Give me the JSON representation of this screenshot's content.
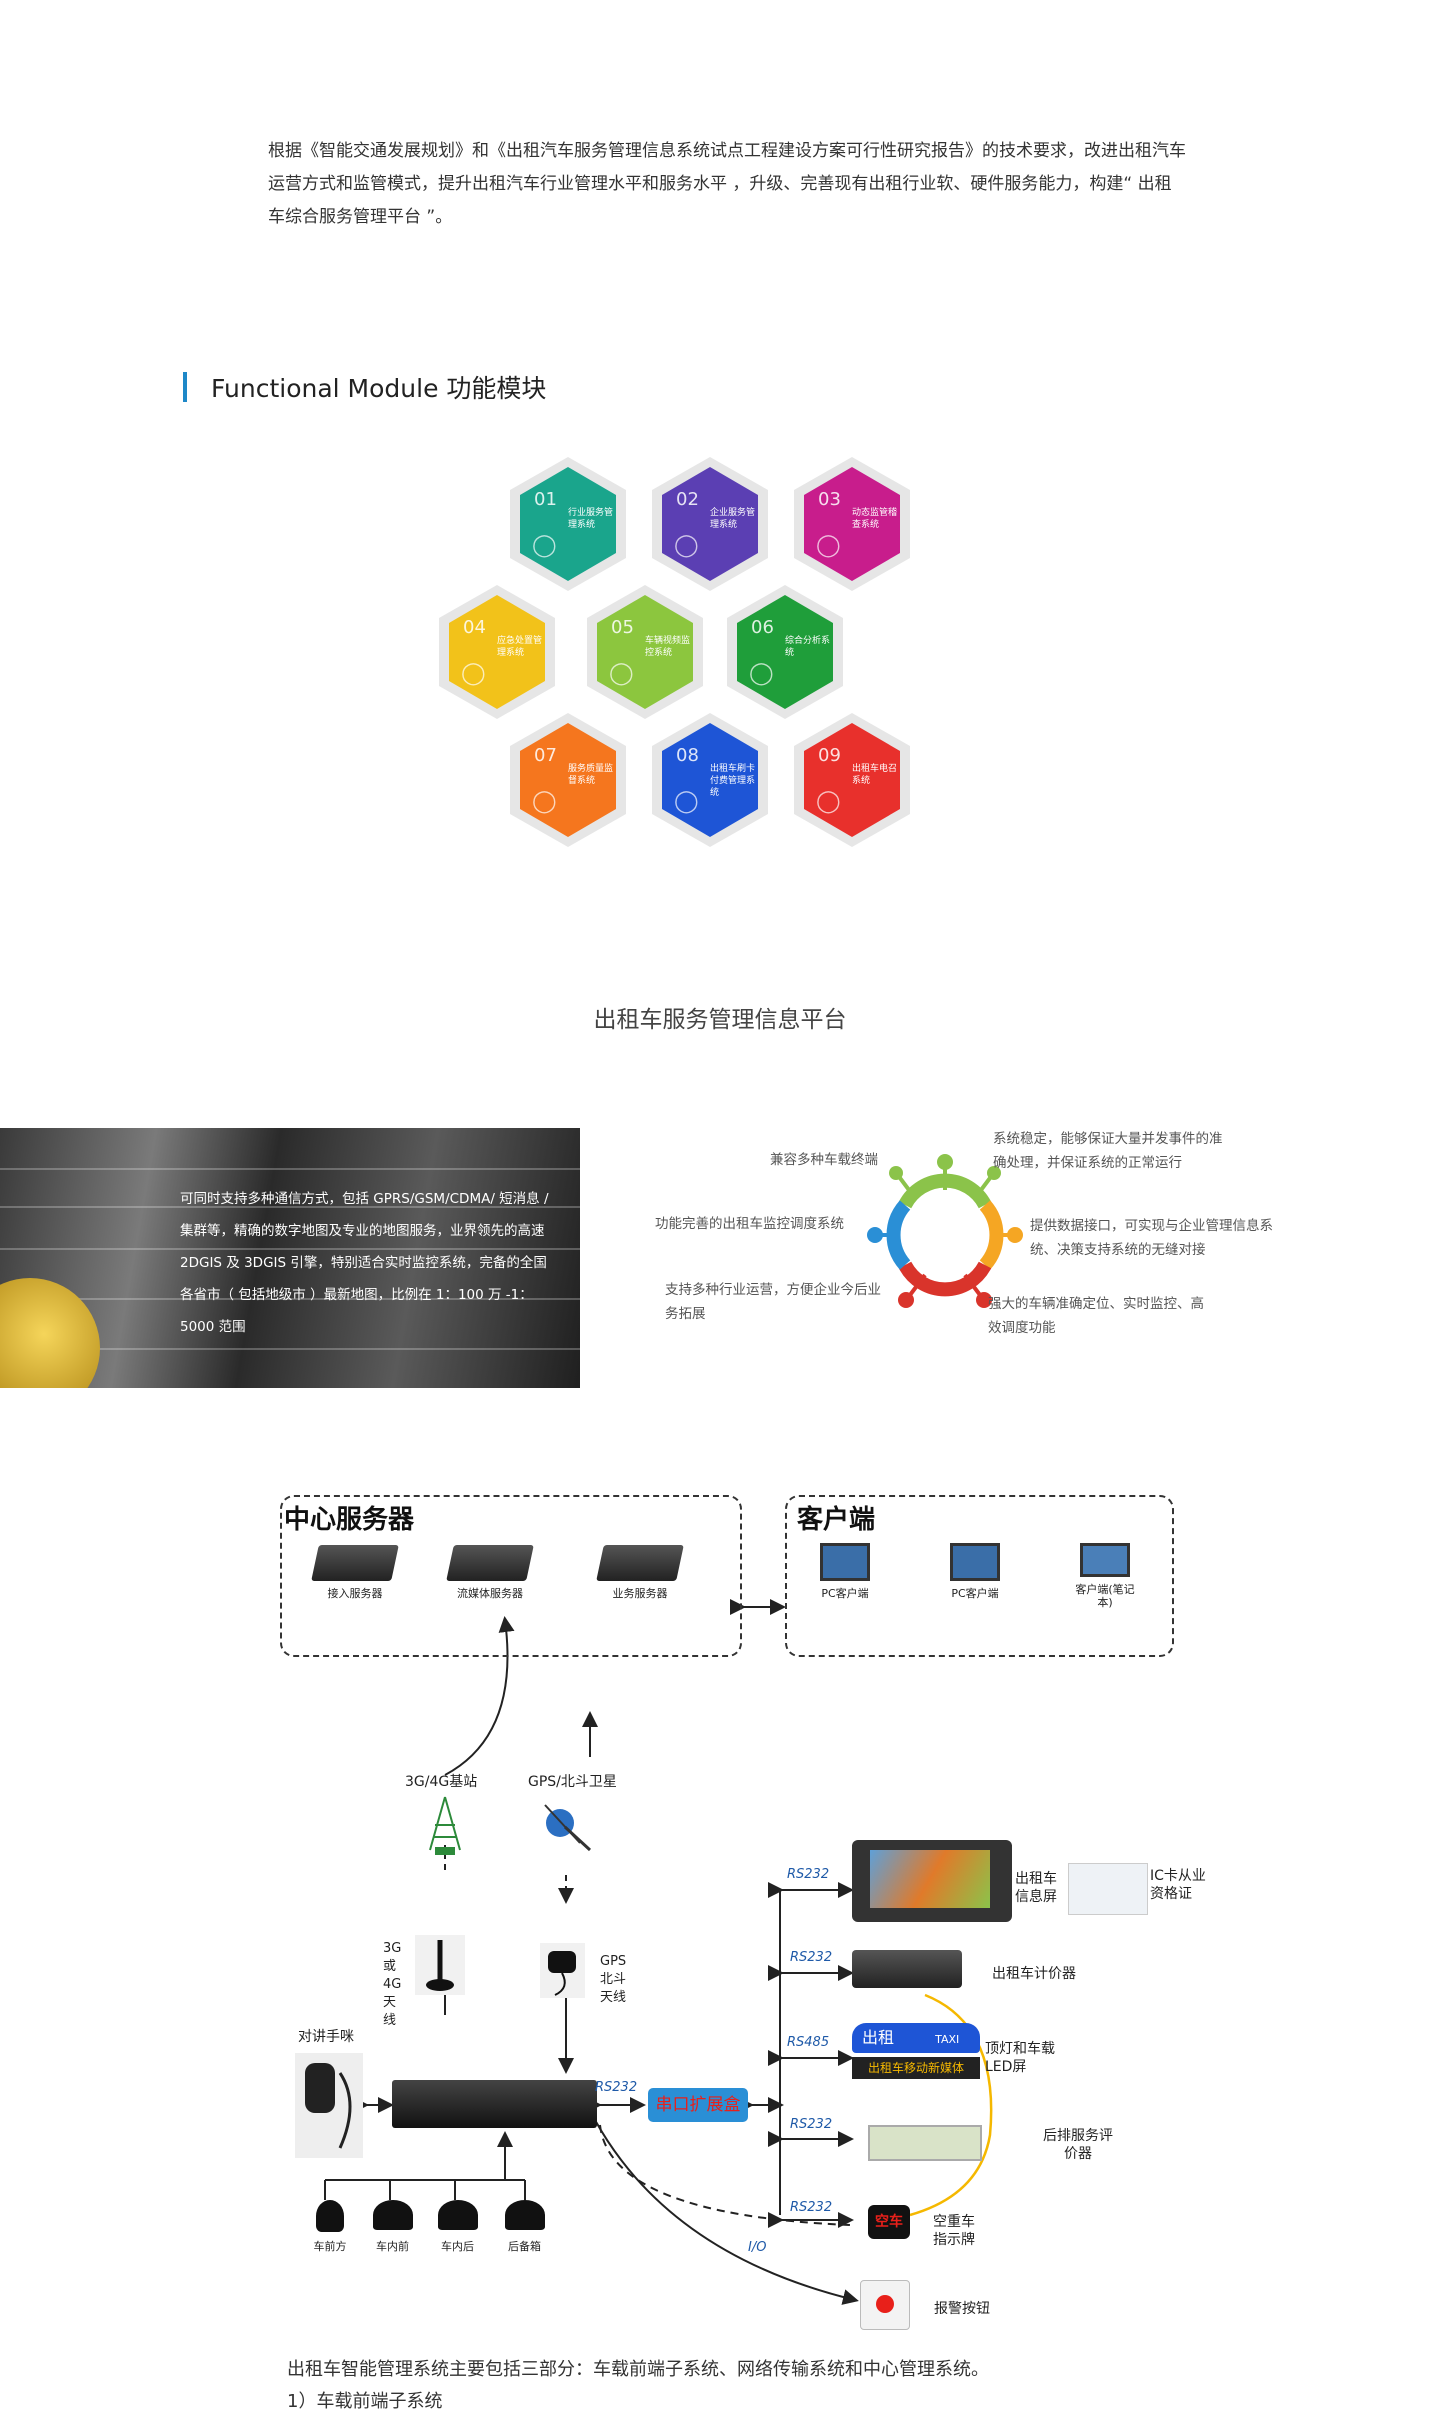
{
  "intro_text": "根据《智能交通发展规划》和《出租汽车服务管理信息系统试点工程建设方案可行性研究报告》的技术要求，改进出租汽车运营方式和监管模式，提升出租汽车行业管理水平和服务水平 ，升级、完善现有出租行业软、硬件服务能力，构建“ 出租车综合服务管理平台 ”。",
  "section_title": "Functional Module 功能模块",
  "modules": [
    {
      "num": "01",
      "label": "行业服务管理系统",
      "color": "#1aa58c",
      "icon": "globe-icon"
    },
    {
      "num": "02",
      "label": "企业服务管理系统",
      "color": "#5b3fb3",
      "icon": "monitor-icon"
    },
    {
      "num": "03",
      "label": "动态监管稽查系统",
      "color": "#c81d8c",
      "icon": "person-icon"
    },
    {
      "num": "04",
      "label": "应急处置管理系统",
      "color": "#f2c21a",
      "icon": "document-icon"
    },
    {
      "num": "05",
      "label": "车辆视频监控系统",
      "color": "#8cc63e",
      "icon": "magnifier-icon"
    },
    {
      "num": "06",
      "label": "综合分析系统",
      "color": "#1f9e3a",
      "icon": "chart-icon"
    },
    {
      "num": "07",
      "label": "服务质量监督系统",
      "color": "#f5761e",
      "icon": "envelope-icon"
    },
    {
      "num": "08",
      "label": "出租车刷卡付费管理系统",
      "color": "#1e55d6",
      "icon": "screen-icon"
    },
    {
      "num": "09",
      "label": "出租车电召系统",
      "color": "#e8302c",
      "icon": "barcode-icon"
    }
  ],
  "platform_title": "出租车服务管理信息平台",
  "photo_text": "可同时支持多种通信方式，包括 GPRS/GSM/CDMA/ 短消息 / 集群等，精确的数字地图及专业的地图服务，业界领先的高速 2DGIS 及 3DGIS 引擎，特别适合实时监控系统，完备的全国各省市（ 包括地级市 ）最新地图，比例在 1：100 万 -1：5000 范围",
  "features": {
    "top_left": "兼容多种车载终端",
    "mid_left": "功能完善的出租车监控调度系统",
    "bottom_left": "支持多种行业运营，方便企业今后业务拓展",
    "top_right": "系统稳定，能够保证大量并发事件的准确处理，并保证系统的正常运行",
    "mid_right": "提供数据接口，可实现与企业管理信息系统、决策支持系统的无缝对接",
    "bottom_right": "强大的车辆准确定位、实时监控、高效调度功能"
  },
  "colors": {
    "ring_green": "#8bc34a",
    "ring_orange": "#f5a623",
    "ring_red": "#d9342b",
    "ring_blue": "#2a8fd6",
    "accent": "#1e88c8"
  },
  "diagram": {
    "center_title": "中心服务器",
    "client_title": "客户端",
    "servers": [
      "接入服务器",
      "流媒体服务器",
      "业务服务器"
    ],
    "clients": [
      "PC客户端",
      "PC客户端",
      "客户端(笔记本)"
    ],
    "base_station": "3G/4G基站",
    "gps_sat": "GPS/北斗卫星",
    "antenna_3g": "3G或4G天线",
    "antenna_gps": "GPS北斗天线",
    "intercom": "对讲手咪",
    "serial_box": "串口扩展盒",
    "cameras": [
      "车前方",
      "车内前",
      "车内后",
      "后备箱"
    ],
    "ports": [
      "RS232",
      "RS232",
      "RS485",
      "RS232",
      "RS232",
      "RS232",
      "I/O"
    ],
    "right_devices": {
      "info_screen": "出租车信息屏",
      "ic_card": "IC卡从业资格证",
      "meter": "出租车计价器",
      "top_light": "顶灯和车载LED屏",
      "eval": "后排服务评价器",
      "empty_sign": "空重车指示牌",
      "alarm": "报警按钮"
    },
    "top_light_text": "出租",
    "taxi_text": "TAXI",
    "led_text": "出租车移动新媒体",
    "empty_text": "空车"
  },
  "footer_line1": "出租车智能管理系统主要包括三部分：车载前端子系统、网络传输系统和中心管理系统。",
  "footer_line2": "1）车载前端子系统"
}
